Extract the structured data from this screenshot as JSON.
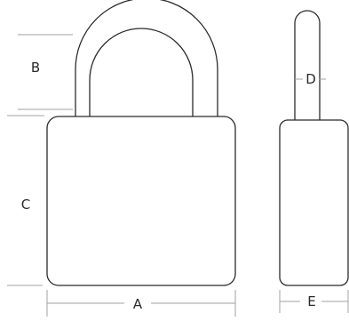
{
  "diagram": {
    "labels": {
      "A": "A",
      "B": "B",
      "C": "C",
      "D": "D",
      "E": "E"
    },
    "colors": {
      "outline": "#2b2b2b",
      "dimension_line": "#a0a0a0",
      "background": "#ffffff"
    }
  }
}
